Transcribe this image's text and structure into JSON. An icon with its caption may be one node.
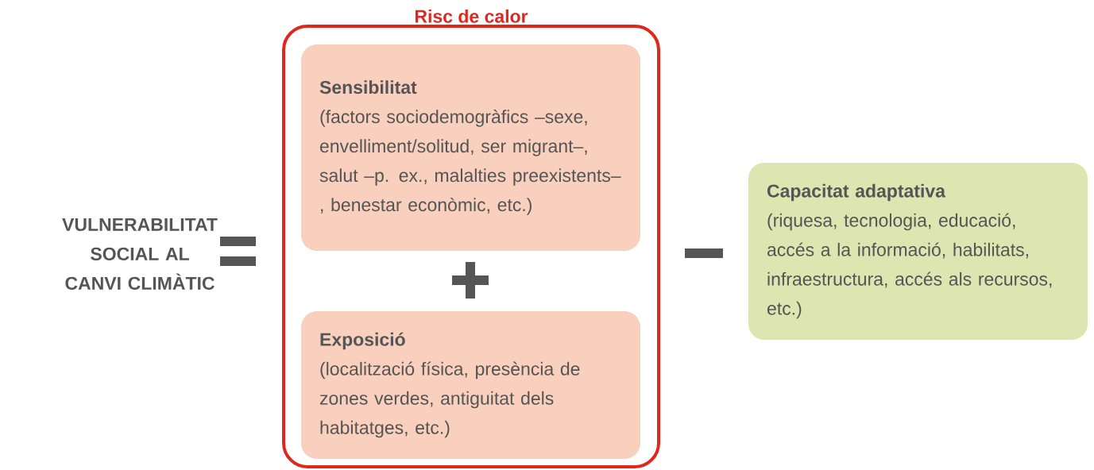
{
  "diagram": {
    "nodes": [
      {
        "text": [
          "Risc de calor"
        ]
      },
      {
        "text": [
          "Sensibilitat",
          "(factors sociodemogràfics –sexe, envelliment/solitud, ser migrant–, salut –p. ex., malalties preexistents–, benestar econòmic, etc.)"
        ],
        "in": 0
      },
      {
        "text": [
          "Exposició",
          "(localització física, presència de zones verdes, antiguitat dels habitatges, etc.)"
        ],
        "in": 0
      },
      {
        "text": [
          "Capacitat adaptativa",
          "(riquesa, tecnologia, educació, accés a la informació, habilitats, infraestructura, accés als recursos, etc.)"
        ]
      }
    ],
    "labels": [
      "VULNERABILITAT SOCIAL AL CANVI CLIMÀTIC"
    ]
  }
}
